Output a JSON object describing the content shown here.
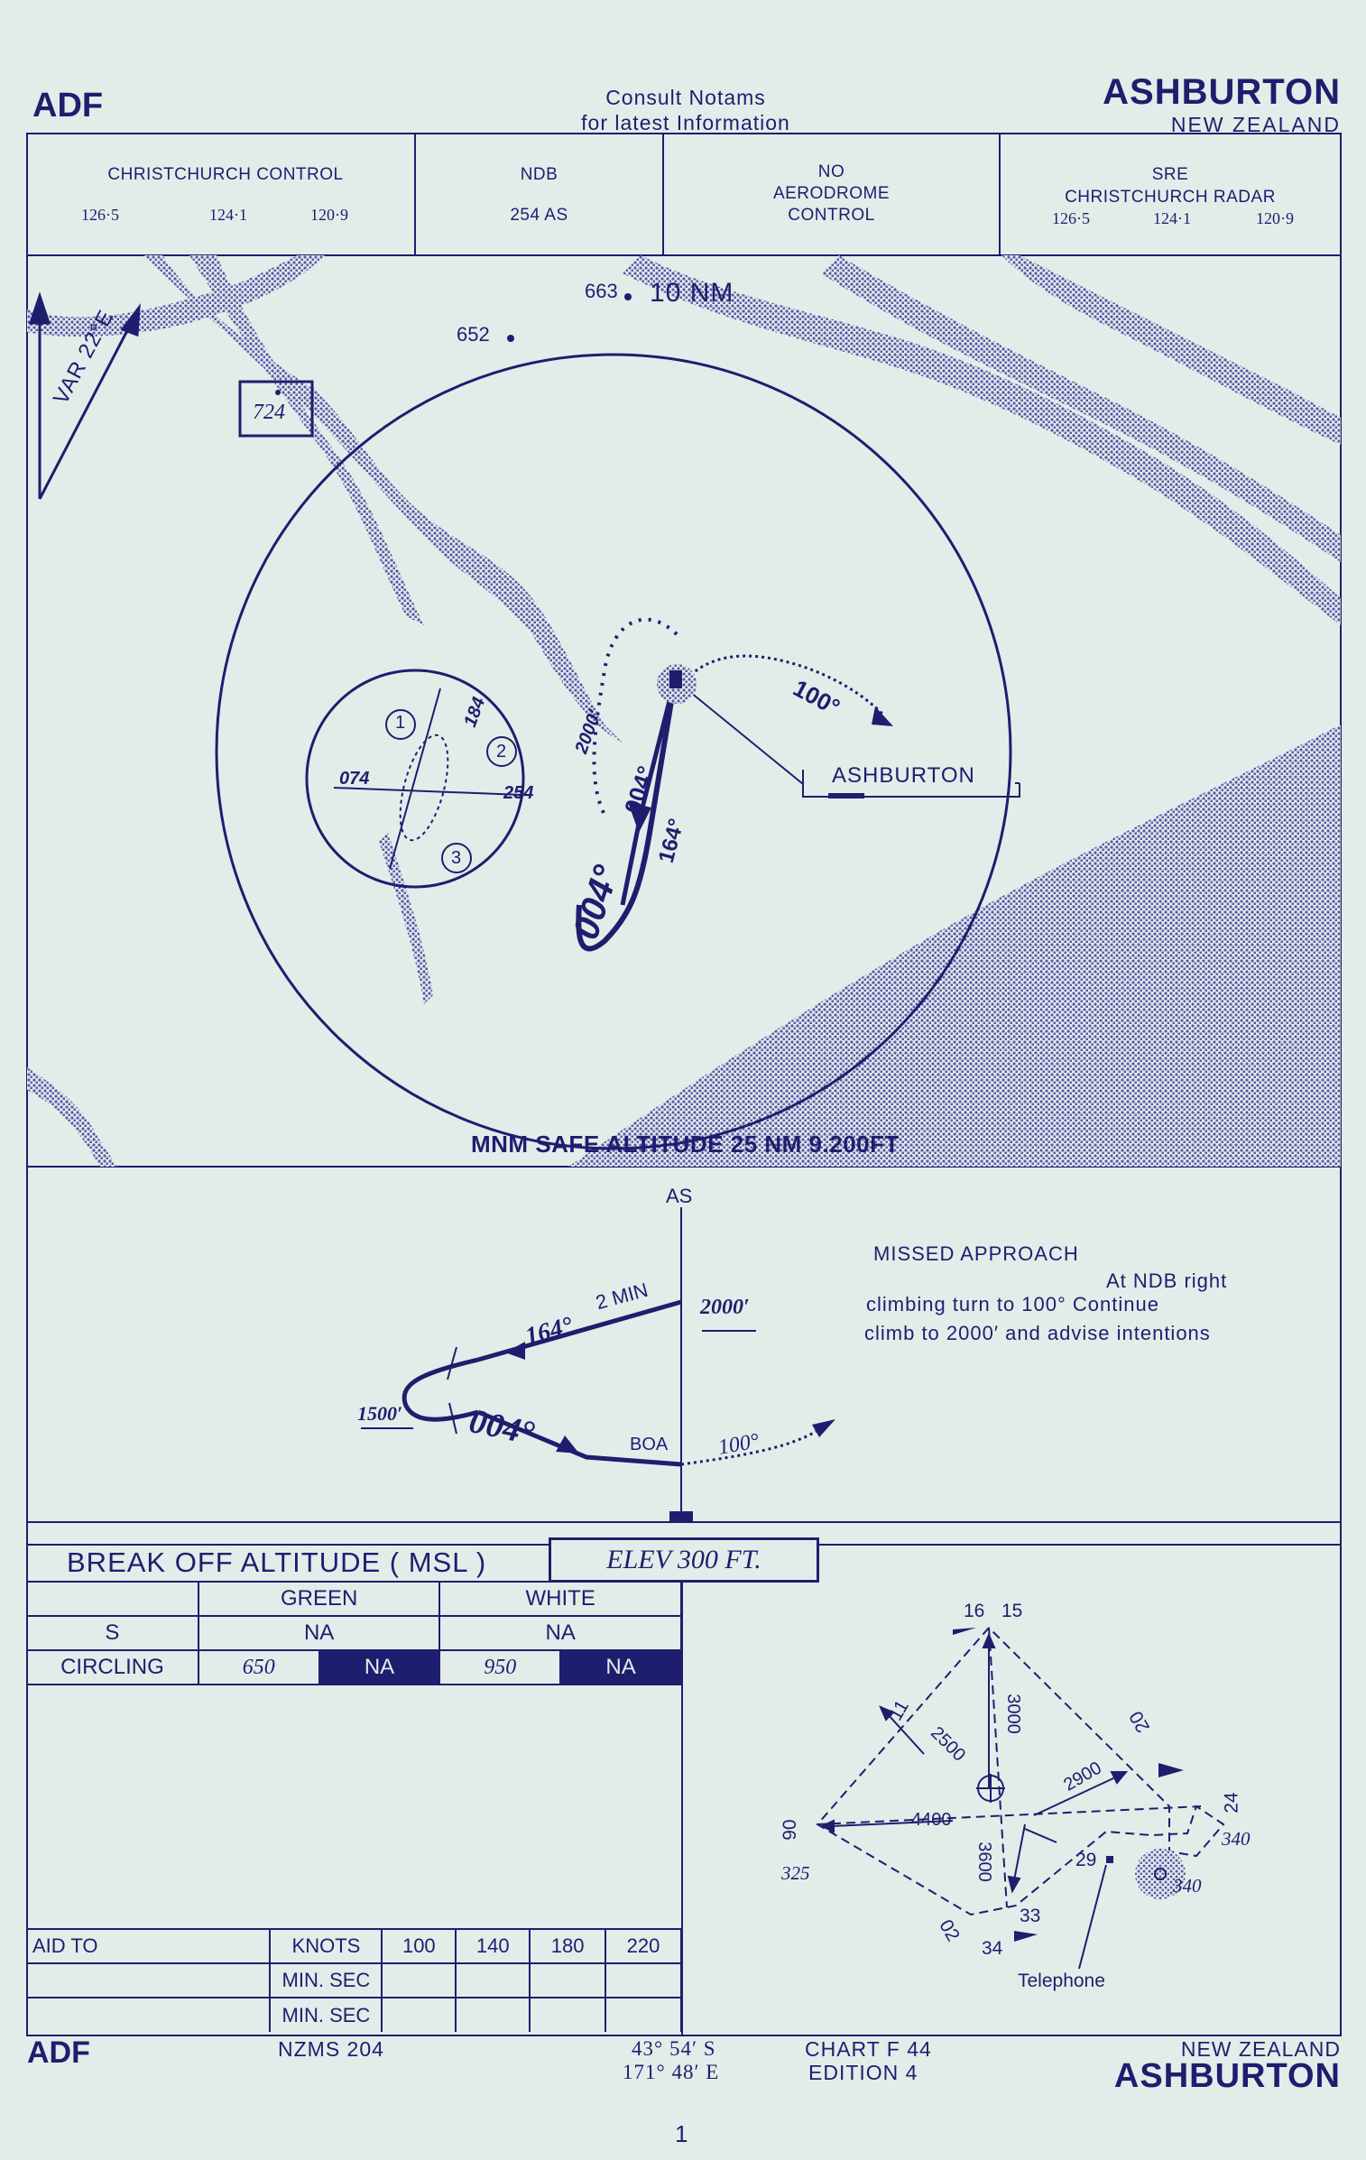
{
  "header": {
    "type": "ADF",
    "notice": [
      "Consult  Notams",
      "for  latest  Information"
    ],
    "aerodrome": "ASHBURTON",
    "country": "NEW ZEALAND"
  },
  "comms": {
    "control": {
      "label": "CHRISTCHURCH    CONTROL",
      "freqs": [
        "126·5",
        "124·1",
        "120·9"
      ]
    },
    "ndb": {
      "label": "NDB",
      "ident": "254 AS"
    },
    "aerodrome_control": [
      "NO",
      "AERODROME",
      "CONTROL"
    ],
    "sre": {
      "label": "SRE",
      "unit": "CHRISTCHURCH  RADAR",
      "freqs": [
        "126·5",
        "124·1",
        "120·9"
      ]
    }
  },
  "plan": {
    "range_label": "10 NM",
    "spot_heights": [
      "663",
      "652",
      "724"
    ],
    "variation": "VAR 22°E",
    "holding": {
      "inbound": "074",
      "radial_184": "184",
      "radial_254": "254",
      "sectors": [
        "1",
        "2",
        "3"
      ]
    },
    "track_labels": {
      "outbound": "004°",
      "inbound": "164°",
      "final": "004°",
      "missed": "100°",
      "alt": "2000′"
    },
    "town": "ASHBURTON",
    "msa": "MNM SAFE ALTITUDE 25 NM 9.200FT"
  },
  "profile": {
    "fix": "AS",
    "timing": "2 MIN",
    "alt_high": "2000′",
    "alt_low": "1500′",
    "outbound": "164°",
    "inbound": "004°",
    "boa": "BOA",
    "missed": "100°",
    "missed_title": "MISSED  APPROACH",
    "missed_lines": [
      "At  NDB  right",
      "climbing  turn  to  100°  Continue",
      "climb  to  2000′  and  advise  intentions"
    ]
  },
  "minima": {
    "title": "BREAK  OFF  ALTITUDE  ( MSL )",
    "elev": "ELEV  300    FT.",
    "col_green": "GREEN",
    "col_white": "WHITE",
    "rows": [
      {
        "label": "S",
        "green": "NA",
        "white": "NA"
      },
      {
        "label": "CIRCLING",
        "green": "650",
        "green_dark": "NA",
        "white": "950",
        "white_dark": "NA"
      }
    ]
  },
  "timing_table": {
    "aid": "AID TO",
    "knots": "KNOTS",
    "speeds": [
      "100",
      "140",
      "180",
      "220"
    ],
    "row_labels": [
      "MIN. SEC",
      "MIN. SEC"
    ]
  },
  "aerodrome_diagram": {
    "runway_ends": [
      "16",
      "15",
      "20",
      "24",
      "06",
      "02",
      "34",
      "33",
      "29",
      "11"
    ],
    "lengths": [
      "3000",
      "2500",
      "2900",
      "4400",
      "3600"
    ],
    "elevations": [
      "325",
      "340",
      "340"
    ],
    "telephone": "Telephone"
  },
  "footer": {
    "type": "ADF",
    "map_ref": "NZMS   204",
    "lat": "43° 54′ S",
    "lon": "171° 48′ E",
    "chart": "CHART  F 44",
    "edition": "EDITION  4",
    "country": "NEW  ZEALAND",
    "aerodrome": "ASHBURTON",
    "page": "1"
  }
}
